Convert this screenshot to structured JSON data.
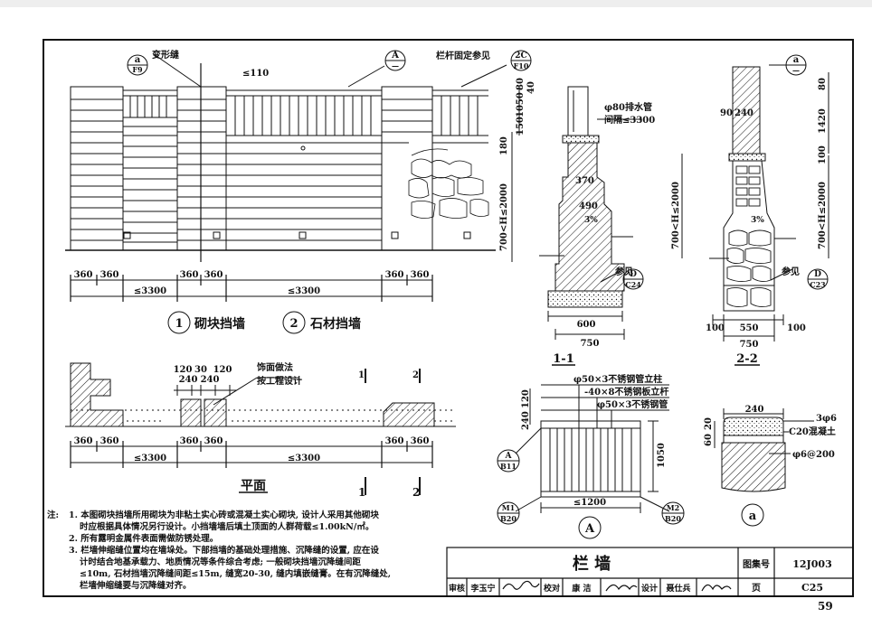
{
  "sheet": {
    "page_number": "59",
    "atlas_label": "图集号",
    "atlas_number": "12J003",
    "title": "栏  墙",
    "page_label": "页",
    "page_code": "C25",
    "signoff": {
      "review_label": "审核",
      "review_name": "李玉宁",
      "check_label": "校对",
      "check_name": "康 洁",
      "design_label": "设计",
      "design_name": "聂仕兵"
    }
  },
  "elevation": {
    "callout_a": "a",
    "callout_a_sheet": "F9",
    "joint_label": "变形缝",
    "top_dim": "≤110",
    "callout_A": "A",
    "callout_A_sheet": "—",
    "rail_label": "栏杆固定参见",
    "callout_2c": "2C",
    "callout_2c_sheet": "F10",
    "dims_left": [
      "360",
      "360"
    ],
    "dims_mid": [
      "360",
      "360"
    ],
    "dims_right": [
      "360",
      "360"
    ],
    "span_left": "≤3300",
    "span_right": "≤3300",
    "caption1_no": "1",
    "caption1_text": "砌块挡墙",
    "caption2_no": "2",
    "caption2_text": "石材挡墙"
  },
  "plan": {
    "dims_top": [
      "120",
      "30",
      "120"
    ],
    "dims_top2": [
      "240",
      "240"
    ],
    "finish_note_1": "饰面做法",
    "finish_note_2": "按工程设计",
    "cut1": "1",
    "cut2": "2",
    "dims_bottom_left": [
      "360",
      "360"
    ],
    "dims_bottom_mid": [
      "360",
      "360"
    ],
    "dims_bottom_right": [
      "360",
      "360"
    ],
    "span_left": "≤3300",
    "span_right": "≤3300",
    "title": "平面"
  },
  "section11": {
    "pipe_note_1": "φ80排水管",
    "pipe_note_2": "间隔≤3300",
    "dim_370": "370",
    "dim_490": "490",
    "slope": "3%",
    "ref_label": "参见",
    "callout_D": "D",
    "callout_D_sheet": "C24",
    "dim_600": "600",
    "dim_750": "750",
    "dim_1050": "1050",
    "dim_80": "80",
    "dim_40": "40",
    "dim_150": "150",
    "dim_180": "180",
    "dim_H": "700<H≤2000",
    "title": "1-1"
  },
  "section22": {
    "callout_a": "a",
    "callout_a_sheet": "—",
    "dim_90": "90",
    "dim_240": "240",
    "dim_1420": "1420",
    "dim_80": "80",
    "dim_100": "100",
    "dim_H": "700<H≤2000",
    "slope": "3%",
    "ref_label": "参见",
    "callout_D": "D",
    "callout_D_sheet": "C23",
    "dim_100l": "100",
    "dim_550": "550",
    "dim_100r": "100",
    "dim_750": "750",
    "title": "2-2"
  },
  "railing": {
    "note1": "φ50×3不锈钢管立柱",
    "note2": "-40×8不锈钢板立杆",
    "note3": "φ50×3不锈钢管",
    "dim_120": "120",
    "dim_240": "240",
    "dim_1050": "1050",
    "dim_1200": "≤1200",
    "callout_A": "A",
    "callout_A_sheet": "B11",
    "callout_M1": "M1",
    "callout_M1_sheet": "B20",
    "callout_M2": "M2",
    "callout_M2_sheet": "B20",
    "detail_label": "A"
  },
  "detail_a": {
    "dim_240": "240",
    "rebar_top": "3φ6",
    "concrete": "C20混凝土",
    "stirrup": "φ6@200",
    "dim_60": "60",
    "dim_20": "20",
    "detail_label": "a"
  },
  "notes": {
    "prefix": "注:",
    "lines": [
      "1. 本图砌块挡墙所用砌块为非粘土实心砖或混凝土实心砌块, 设计人采用其他砌块",
      "时应根据具体情况另行设计。小挡墙墙后填土顶面的人群荷载≤1.00kN/㎡。",
      "2. 所有露明金属件表面需做防锈处理。",
      "3. 栏墙伸缩缝位置均在墙垛处。下部挡墙的基础处理措施、沉降缝的设置, 应在设",
      "计时结合地基承载力、地质情况等条件综合考虑; 一般砌块挡墙沉降缝间距",
      "≤10m, 石材挡墙沉降缝间距≤15m, 缝宽20-30, 缝内填嵌缝膏。在有沉降缝处,",
      "栏墙伸缩缝要与沉降缝对齐。"
    ]
  },
  "colors": {
    "line": "#111111",
    "paper": "#ffffff",
    "bar": "#eeeeee"
  }
}
